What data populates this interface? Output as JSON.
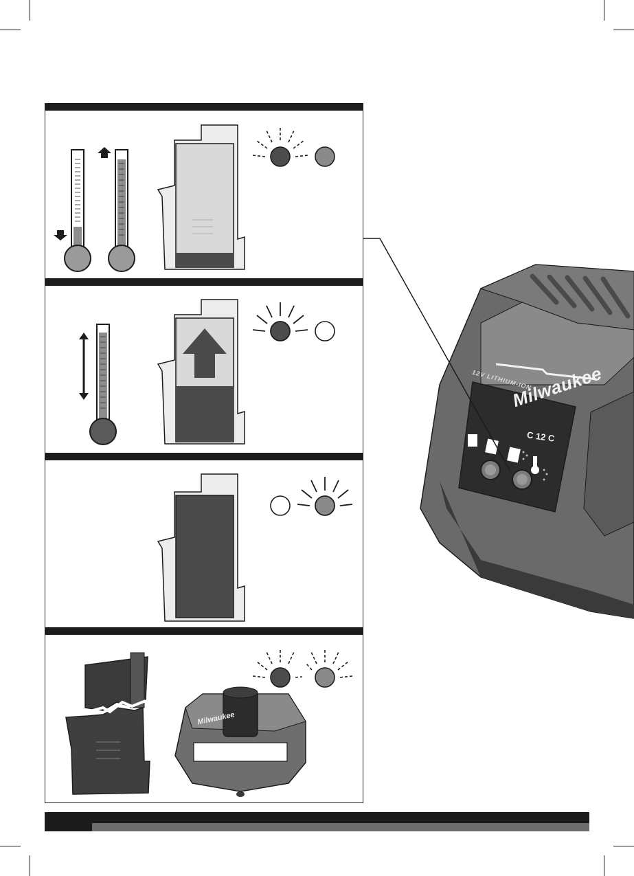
{
  "charger": {
    "brand": "Milwaukee",
    "model": "C 12 C",
    "voltage_line": "12V LITHIUM-ION"
  },
  "mini_charger": {
    "brand": "Milwaukee",
    "label_box": ""
  },
  "colors": {
    "frame": "#1c1c1c",
    "battery_charge": "#4a4a4a",
    "led_red": "#4c4c4c",
    "led_green": "#8a8a8a",
    "charger_body": "#6a6a6a"
  },
  "panels": [
    {
      "name": "temperature-out-of-range",
      "red_led": "flashing",
      "green_led": "on"
    },
    {
      "name": "charging",
      "red_led": "flashing",
      "green_led": "off"
    },
    {
      "name": "charged",
      "red_led": "off",
      "green_led": "flashing"
    },
    {
      "name": "battery-damaged",
      "red_led": "flashing",
      "green_led": "flashing"
    }
  ]
}
